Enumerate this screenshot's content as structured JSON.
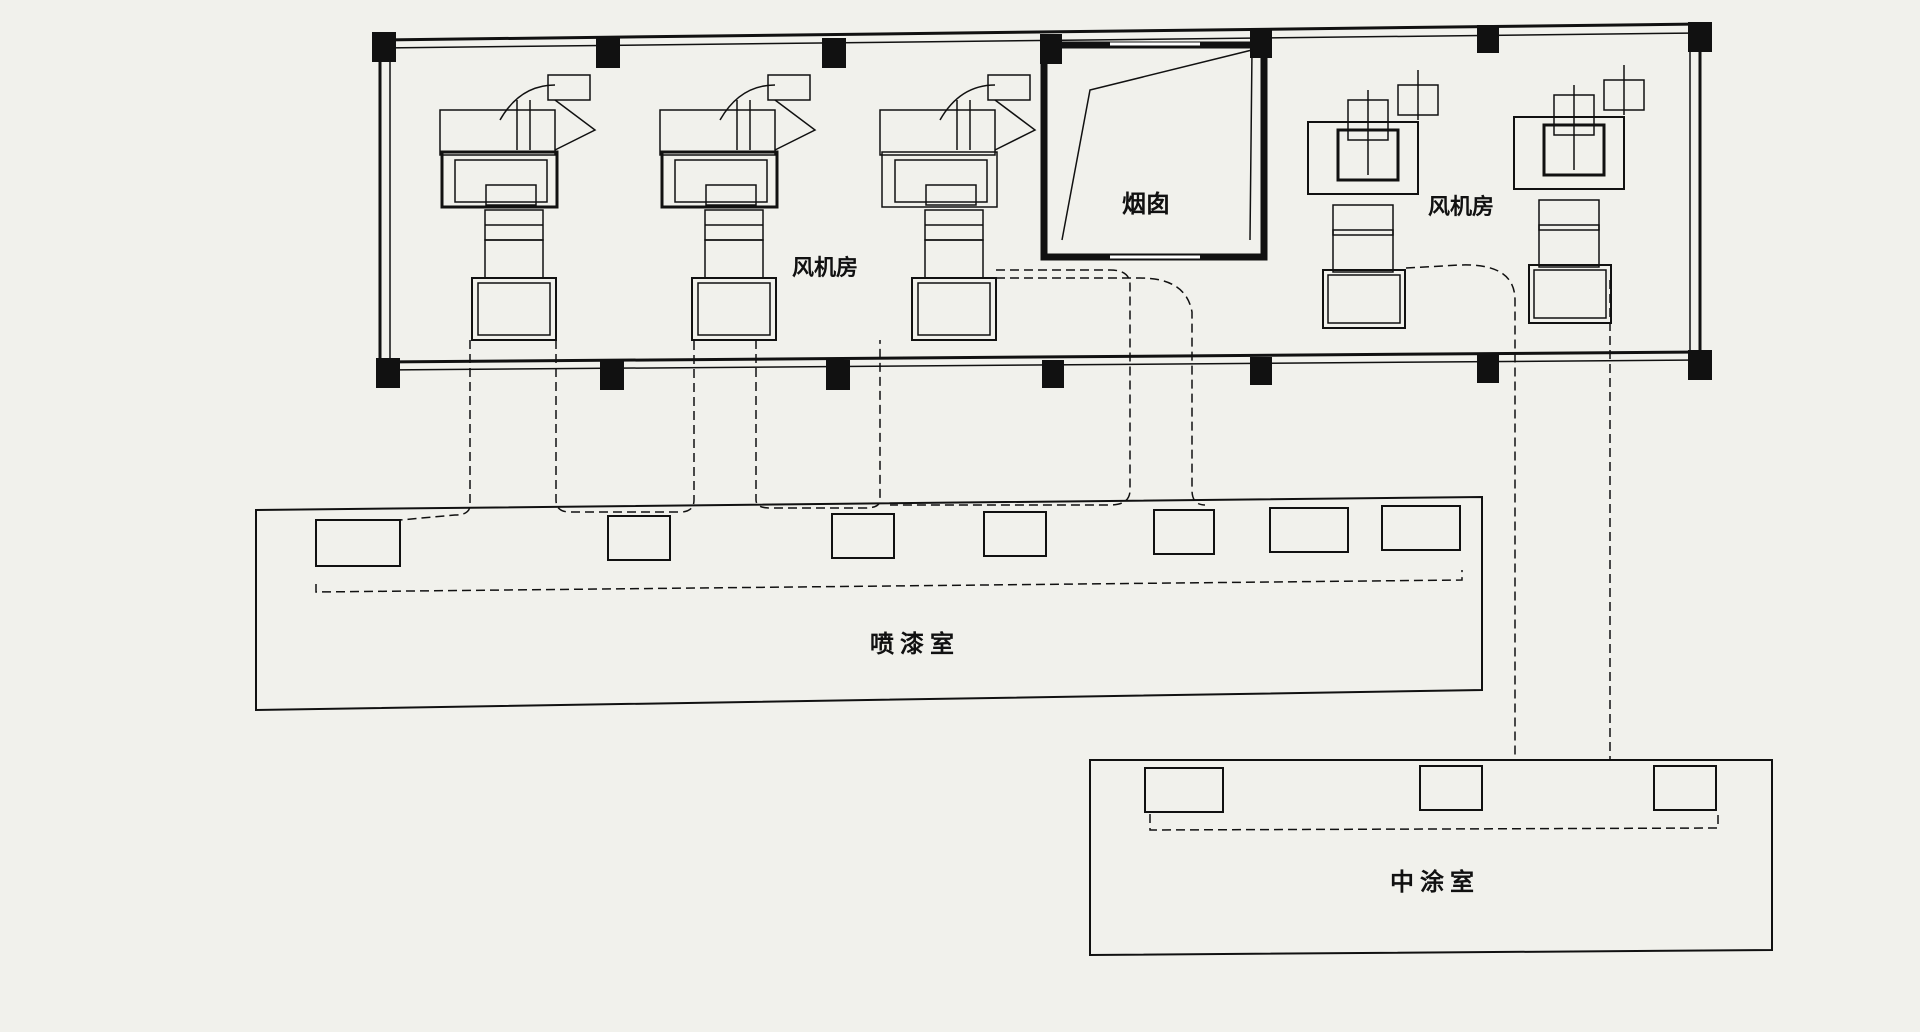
{
  "labels": {
    "fan_room_left": "风机房",
    "chimney": "烟囱",
    "fan_room_right": "风机房",
    "spray_room": "喷漆室",
    "middle_coat_room": "中涂室"
  },
  "colors": {
    "background": "#f1f1ec",
    "line": "#111111",
    "column": "#111111"
  },
  "icons": [
    "fan-unit-icon",
    "column-icon",
    "duct-icon"
  ]
}
